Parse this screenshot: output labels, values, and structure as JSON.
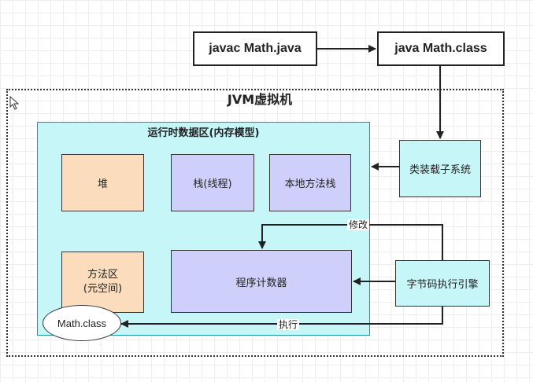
{
  "commands": {
    "javac": "javac Math.java",
    "java": "java Math.class"
  },
  "jvm": {
    "title": "JVM虚拟机"
  },
  "runtime_area": {
    "title": "运行时数据区(内存模型)",
    "heap": "堆",
    "stack": "栈(线程)",
    "native_stack": "本地方法栈",
    "method_area_line1": "方法区",
    "method_area_line2": "(元空间)",
    "program_counter": "程序计数器"
  },
  "class_loader": "类装载子系统",
  "execution_engine": "字节码执行引擎",
  "math_class": "Math.class",
  "edge_labels": {
    "modify": "修改",
    "execute": "执行"
  },
  "colors": {
    "runtime_fill": "#c6f6f8",
    "heap_fill": "#fbdcbc",
    "stack_fill": "#cfcffb"
  }
}
